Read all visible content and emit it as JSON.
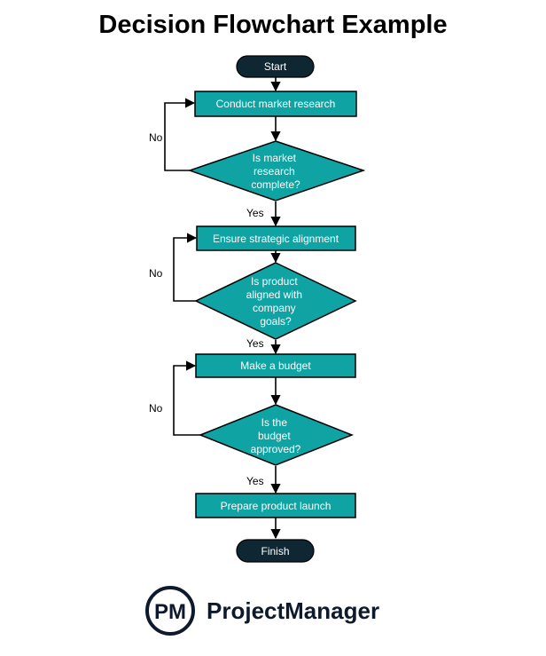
{
  "title": "Decision Flowchart Example",
  "colors": {
    "process_fill": "#0fa3a3",
    "terminal_fill": "#0e2733",
    "stroke": "#000000",
    "logo": "#0e1a2b"
  },
  "nodes": {
    "start": "Start",
    "step1": "Conduct market research",
    "decision1": [
      "Is market",
      "research",
      "complete?"
    ],
    "step2": "Ensure strategic alignment",
    "decision2": [
      "Is product",
      "aligned with",
      "company",
      "goals?"
    ],
    "step3": "Make a budget",
    "decision3": [
      "Is the",
      "budget",
      "approved?"
    ],
    "step4": "Prepare product launch",
    "finish": "Finish"
  },
  "edge_labels": {
    "yes": "Yes",
    "no": "No"
  },
  "logo": {
    "monogram": "PM",
    "name": "ProjectManager"
  }
}
